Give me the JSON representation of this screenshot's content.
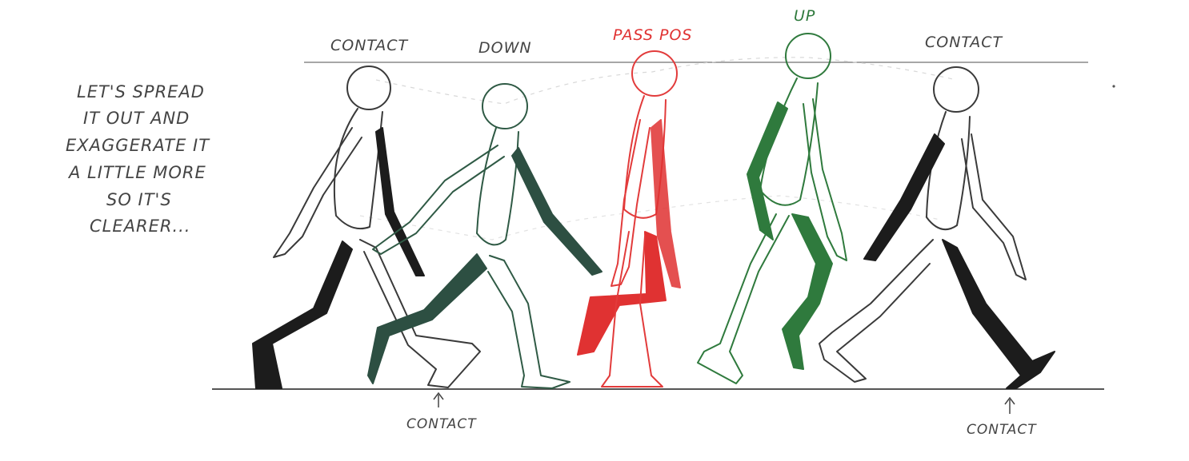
{
  "caption_lines": [
    "LET'S SPREAD",
    "IT OUT AND",
    "EXAGGERATE IT",
    "A LITTLE MORE",
    "SO IT'S",
    "CLEARER..."
  ],
  "poses": [
    {
      "label": "CONTACT",
      "color": "#3a3a3a",
      "accent": "#1c1c1c"
    },
    {
      "label": "DOWN",
      "color": "#2f5a45",
      "accent": "#2d4f42"
    },
    {
      "label": "PASS POS",
      "color": "#e23b3b",
      "accent": "#e03232"
    },
    {
      "label": "UP",
      "color": "#2f7a3d",
      "accent": "#2f7a3d"
    },
    {
      "label": "CONTACT",
      "color": "#3a3a3a",
      "accent": "#1c1c1c"
    }
  ],
  "ground_markers": [
    {
      "label": "CONTACT"
    },
    {
      "label": "CONTACT"
    }
  ]
}
